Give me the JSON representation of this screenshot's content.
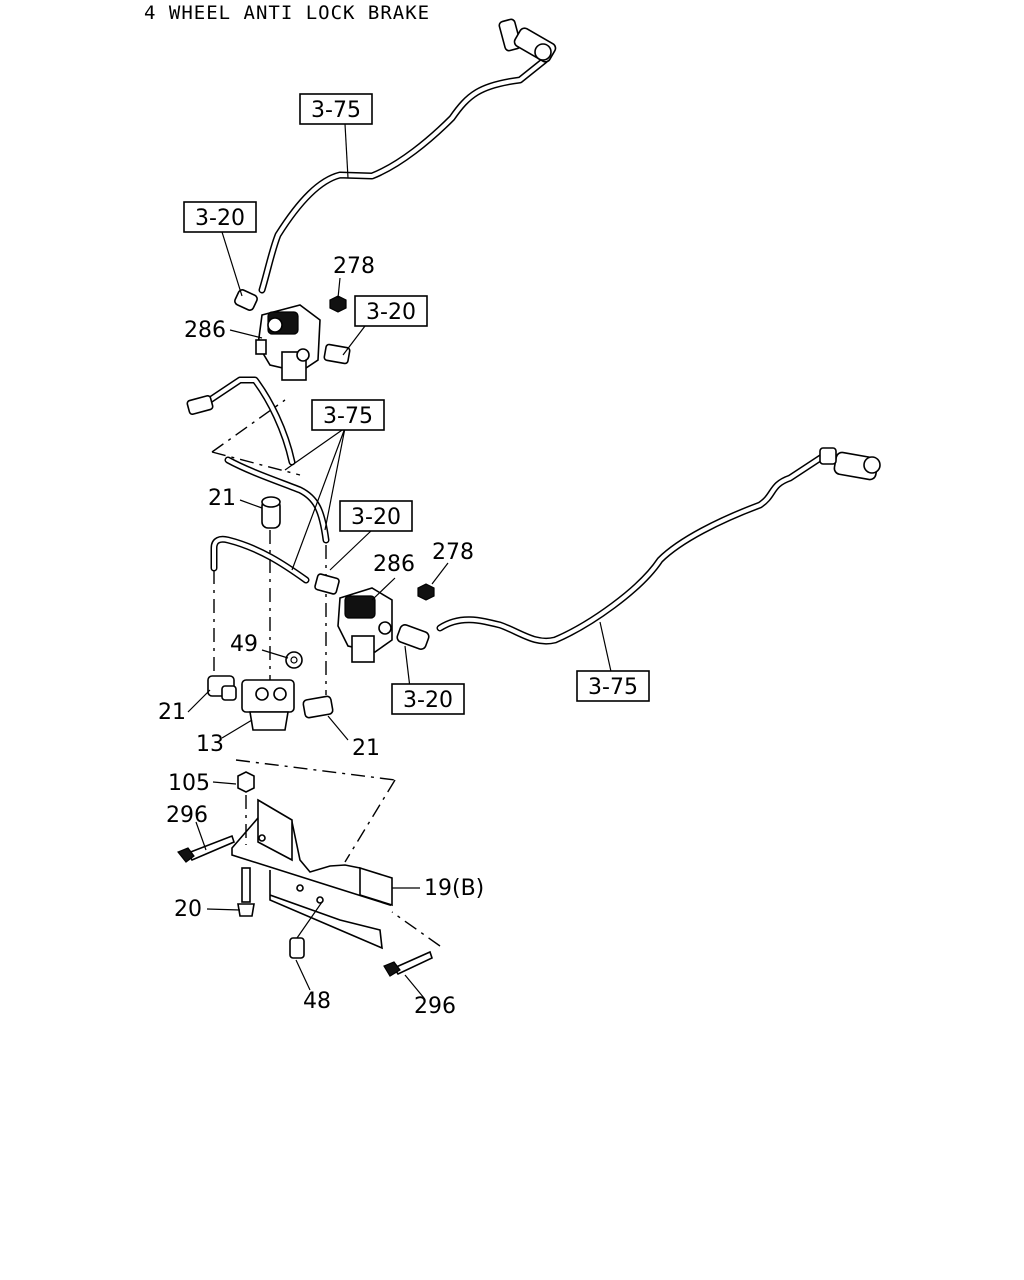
{
  "title": "4 WHEEL ANTI LOCK BRAKE",
  "ref_labels": {
    "r1": "3-75",
    "r2": "3-20",
    "r3": "3-20",
    "r4": "3-75",
    "r5": "3-20",
    "r6": "3-20",
    "r7": "3-75"
  },
  "part_labels": {
    "p278a": "278",
    "p286a": "286",
    "p21a": "21",
    "p286b": "286",
    "p278b": "278",
    "p49": "49",
    "p21b": "21",
    "p13": "13",
    "p21c": "21",
    "p105": "105",
    "p296a": "296",
    "p19b": "19(B)",
    "p20": "20",
    "p48": "48",
    "p296b": "296"
  }
}
